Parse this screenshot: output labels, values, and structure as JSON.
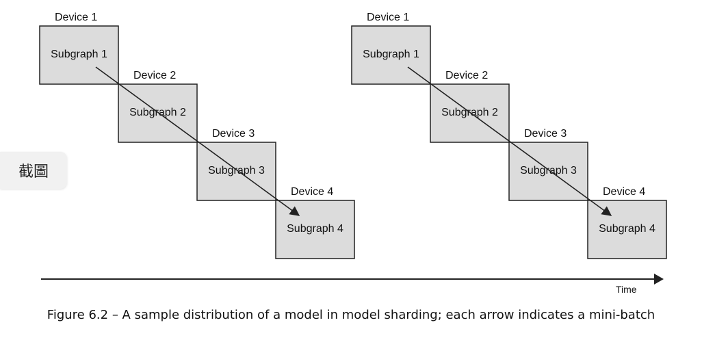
{
  "diagrams": [
    {
      "stages": [
        {
          "device": "Device 1",
          "subgraph": "Subgraph 1"
        },
        {
          "device": "Device 2",
          "subgraph": "Subgraph 2"
        },
        {
          "device": "Device 3",
          "subgraph": "Subgraph 3"
        },
        {
          "device": "Device 4",
          "subgraph": "Subgraph 4"
        }
      ]
    },
    {
      "stages": [
        {
          "device": "Device 1",
          "subgraph": "Subgraph 1"
        },
        {
          "device": "Device 2",
          "subgraph": "Subgraph 2"
        },
        {
          "device": "Device 3",
          "subgraph": "Subgraph 3"
        },
        {
          "device": "Device 4",
          "subgraph": "Subgraph 4"
        }
      ]
    }
  ],
  "time_axis_label": "Time",
  "caption": "Figure 6.2 – A sample distribution of a model in model sharding; each arrow indicates a mini-batch",
  "screenshot_button_label": "截圖",
  "colors": {
    "box_fill": "#dcdcdc",
    "box_stroke": "#222222",
    "line": "#222222"
  }
}
